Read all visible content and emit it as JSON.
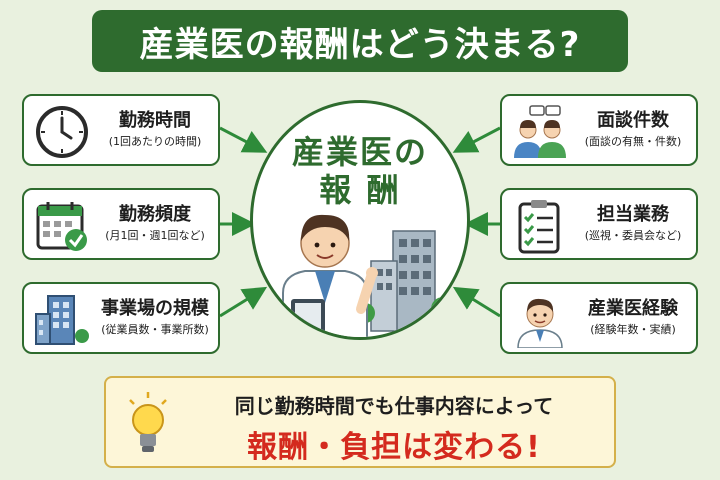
{
  "title": "産業医の報酬はどう決まる?",
  "center": {
    "line1": "産業医の",
    "line2": "報 酬"
  },
  "left_factors": [
    {
      "icon": "clock-icon",
      "title": "勤務時間",
      "subtitle": "(1回あたりの時間)"
    },
    {
      "icon": "calendar-icon",
      "title": "勤務頻度",
      "subtitle": "(月1回・週1回など)"
    },
    {
      "icon": "office-building-icon",
      "title": "事業場の規模",
      "subtitle": "(従業員数・事業所数)"
    }
  ],
  "right_factors": [
    {
      "icon": "two-people-talking-icon",
      "title": "面談件数",
      "subtitle": "(面談の有無・件数)"
    },
    {
      "icon": "clipboard-checklist-icon",
      "title": "担当業務",
      "subtitle": "(巡視・委員会など)"
    },
    {
      "icon": "doctor-portrait-icon",
      "title": "産業医経験",
      "subtitle": "(経験年数・実績)"
    }
  ],
  "note": {
    "line1": "同じ勤務時間でも仕事内容によって",
    "line2": "報酬・負担は変わる!"
  },
  "colors": {
    "primary_green": "#2e6b2e",
    "background": "#e9f1df",
    "accent_red": "#d42a1e",
    "note_background": "#fdf6d8"
  }
}
